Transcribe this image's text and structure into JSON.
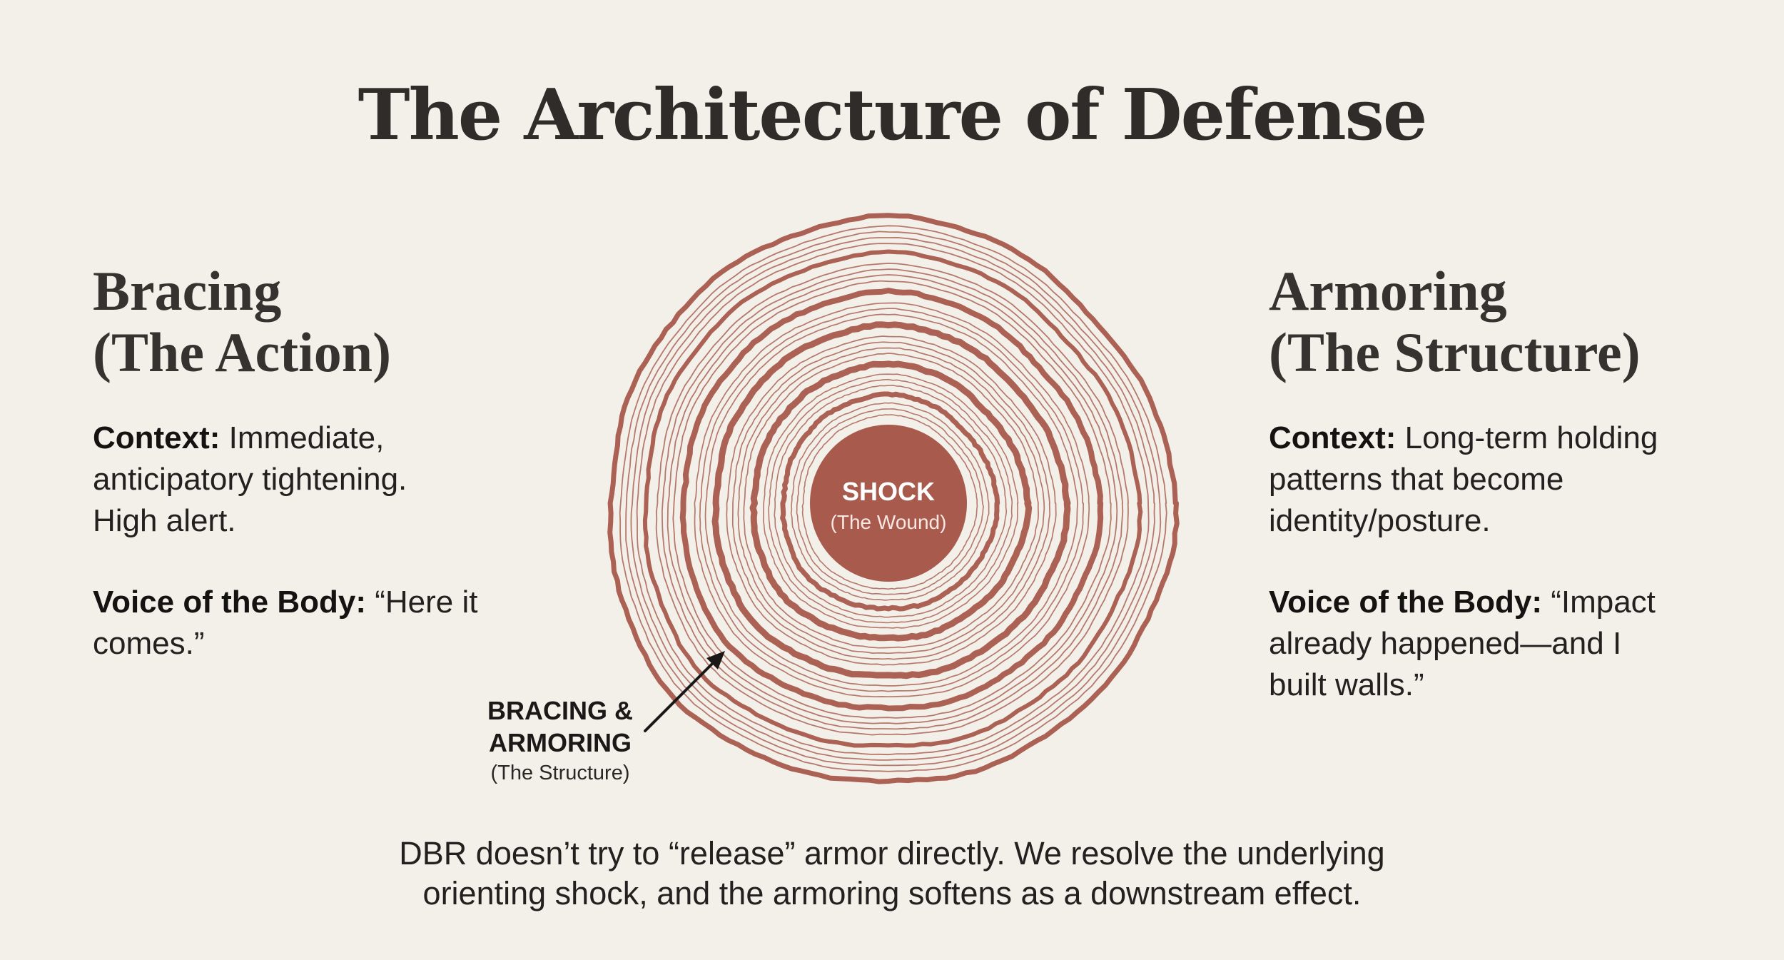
{
  "title": "The Architecture of Defense",
  "left": {
    "heading_line1": "Bracing",
    "heading_line2": "(The Action)",
    "context_label": "Context:",
    "context_line1": " Immediate,",
    "context_line2": "anticipatory tightening.",
    "context_line3": "High alert.",
    "voice_label": "Voice of the Body:",
    "voice_line1": " “Here it",
    "voice_line2": "comes.”"
  },
  "right": {
    "heading_line1": "Armoring",
    "heading_line2": "(The Structure)",
    "context_label": "Context:",
    "context_line1": " Long-term holding",
    "context_line2": "patterns that become",
    "context_line3": "identity/posture.",
    "voice_label": "Voice of the Body:",
    "voice_line1": " “Impact",
    "voice_line2": "already happened—and I",
    "voice_line3": "built walls.”"
  },
  "center": {
    "core_label": "SHOCK",
    "core_sublabel": "(The Wound)"
  },
  "callout": {
    "line1": "BRACING &",
    "line2": "ARMORING",
    "line3": "(The Structure)"
  },
  "footer": {
    "line1": "DBR doesn’t try to “release” armor directly. We resolve the underlying",
    "line2": "orienting shock, and the armoring softens as a downstream effect."
  },
  "colors": {
    "ring": "#a65a4c",
    "core": "#a85b4d",
    "background": "#f3f0ea"
  }
}
